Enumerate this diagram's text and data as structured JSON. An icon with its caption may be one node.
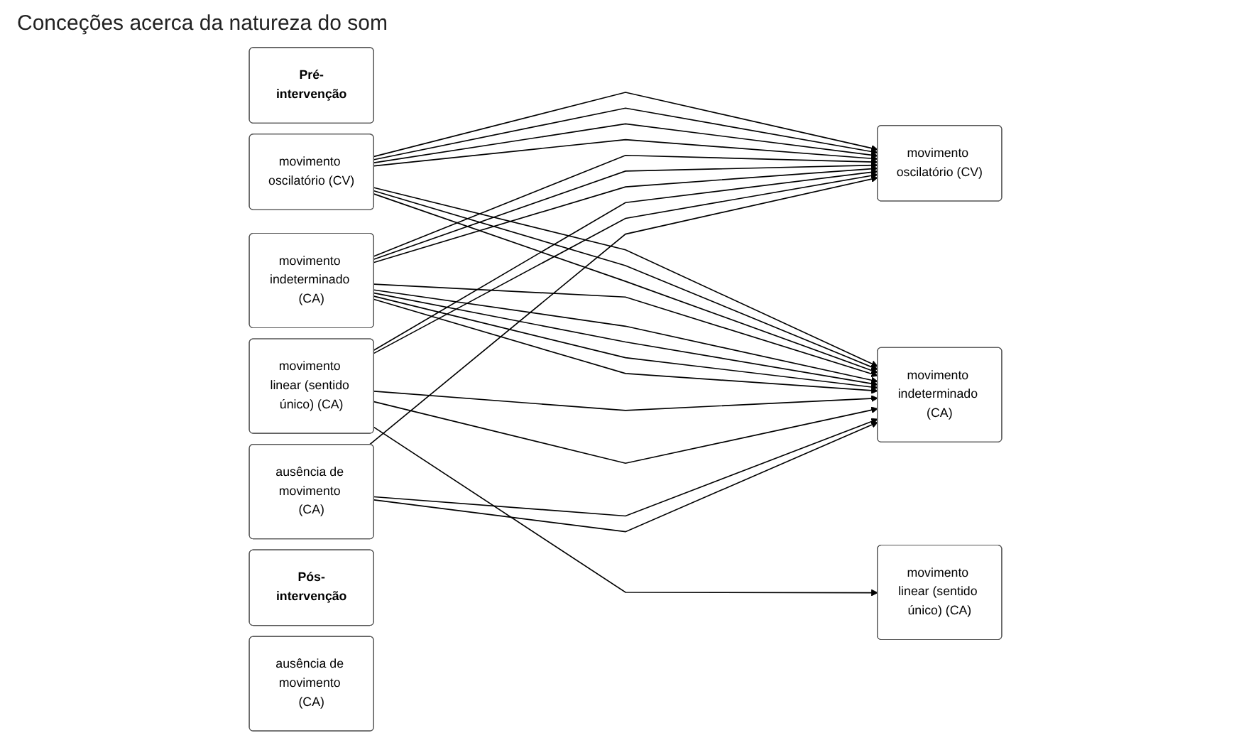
{
  "diagram": {
    "title": "Conceções acerca da natureza do som",
    "nodes": [
      {
        "text": [
          "Pré-intervenção"
        ]
      },
      {
        "text": [
          "movimento oscilatório (CV)"
        ]
      },
      {
        "text": [
          "movimento indeterminado (CA)"
        ]
      },
      {
        "text": [
          "movimento linear (sentido único) (CA)"
        ]
      },
      {
        "text": [
          "ausência de movimento (CA)"
        ]
      },
      {
        "text": [
          "Pós-intervenção"
        ]
      },
      {
        "text": [
          "movimento oscilatório (CV)"
        ]
      },
      {
        "text": [
          "movimento indeterminado (CA)"
        ]
      },
      {
        "text": [
          "movimento linear (sentido único) (CA)"
        ]
      },
      {
        "text": [
          "ausência de movimento (CA)"
        ]
      }
    ],
    "edges": [
      {
        "from": 1,
        "to": 6,
        "arrow": "to"
      },
      {
        "from": 1,
        "to": 6,
        "arrow": "to"
      },
      {
        "from": 1,
        "to": 6,
        "arrow": "to"
      },
      {
        "from": 1,
        "to": 6,
        "arrow": "to"
      },
      {
        "from": 1,
        "to": 7,
        "arrow": "to"
      },
      {
        "from": 1,
        "to": 7,
        "arrow": "to"
      },
      {
        "from": 1,
        "to": 7,
        "arrow": "to"
      },
      {
        "from": 2,
        "to": 6,
        "arrow": "to"
      },
      {
        "from": 2,
        "to": 6,
        "arrow": "to"
      },
      {
        "from": 2,
        "to": 6,
        "arrow": "to"
      },
      {
        "from": 2,
        "to": 7,
        "arrow": "to"
      },
      {
        "from": 2,
        "to": 7,
        "arrow": "to"
      },
      {
        "from": 2,
        "to": 7,
        "arrow": "to"
      },
      {
        "from": 2,
        "to": 7,
        "arrow": "to"
      },
      {
        "from": 2,
        "to": 7,
        "arrow": "to"
      },
      {
        "from": 3,
        "to": 6,
        "arrow": "to"
      },
      {
        "from": 3,
        "to": 6,
        "arrow": "to"
      },
      {
        "from": 3,
        "to": 7,
        "arrow": "to"
      },
      {
        "from": 3,
        "to": 7,
        "arrow": "to"
      },
      {
        "from": 3,
        "to": 8,
        "arrow": "to"
      },
      {
        "from": 4,
        "to": 6,
        "arrow": "to"
      },
      {
        "from": 4,
        "to": 7,
        "arrow": "to"
      },
      {
        "from": 4,
        "to": 7,
        "arrow": "to"
      }
    ]
  }
}
